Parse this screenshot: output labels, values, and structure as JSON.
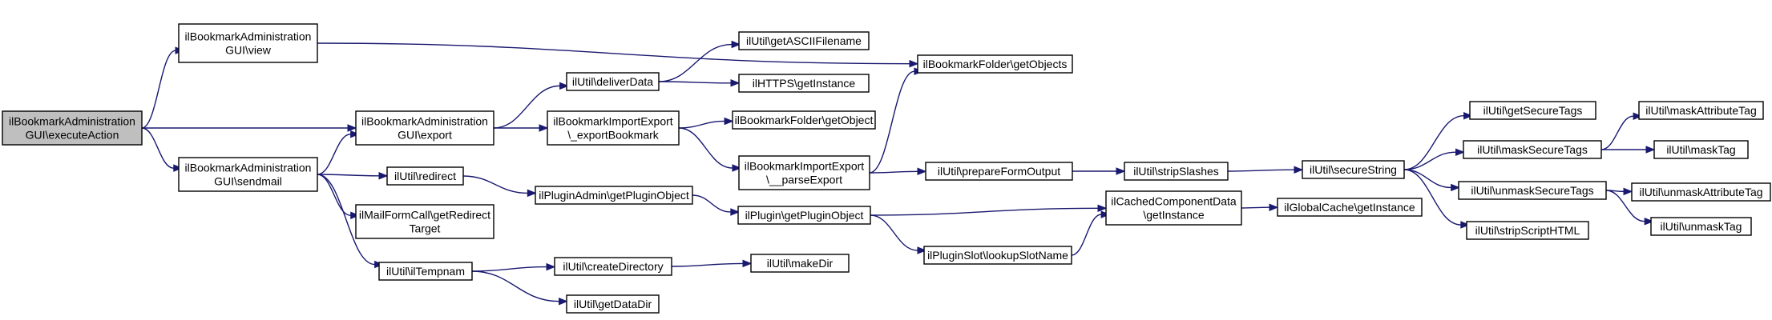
{
  "diagram": {
    "nodes": [
      {
        "id": "root",
        "lines": [
          "ilBookmarkAdministration",
          "GUI\\executeAction"
        ],
        "root": true
      },
      {
        "id": "view",
        "lines": [
          "ilBookmarkAdministration",
          "GUI\\view"
        ]
      },
      {
        "id": "export",
        "lines": [
          "ilBookmarkAdministration",
          "GUI\\export"
        ]
      },
      {
        "id": "sendmail",
        "lines": [
          "ilBookmarkAdministration",
          "GUI\\sendmail"
        ]
      },
      {
        "id": "deliverData",
        "lines": [
          "ilUtil\\deliverData"
        ]
      },
      {
        "id": "getASCIIFilename",
        "lines": [
          "ilUtil\\getASCIIFilename"
        ]
      },
      {
        "id": "httpsGetInstance",
        "lines": [
          "ilHTTPS\\getInstance"
        ]
      },
      {
        "id": "folderGetObjects",
        "lines": [
          "ilBookmarkFolder\\getObjects"
        ]
      },
      {
        "id": "exportBookmark",
        "lines": [
          "ilBookmarkImportExport",
          "\\_exportBookmark"
        ]
      },
      {
        "id": "folderGetObject",
        "lines": [
          "ilBookmarkFolder\\getObject"
        ]
      },
      {
        "id": "parseExport",
        "lines": [
          "ilBookmarkImportExport",
          "\\__parseExport"
        ]
      },
      {
        "id": "redirect",
        "lines": [
          "ilUtil\\redirect"
        ]
      },
      {
        "id": "mailFormCall",
        "lines": [
          "ilMailFormCall\\getRedirect",
          "Target"
        ]
      },
      {
        "id": "ilTempnam",
        "lines": [
          "ilUtil\\ilTempnam"
        ]
      },
      {
        "id": "getPluginObjectAdmin",
        "lines": [
          "ilPluginAdmin\\getPluginObject"
        ]
      },
      {
        "id": "getPluginObject",
        "lines": [
          "ilPlugin\\getPluginObject"
        ]
      },
      {
        "id": "lookupSlotName",
        "lines": [
          "ilPluginSlot\\lookupSlotName"
        ]
      },
      {
        "id": "createDirectory",
        "lines": [
          "ilUtil\\createDirectory"
        ]
      },
      {
        "id": "makeDir",
        "lines": [
          "ilUtil\\makeDir"
        ]
      },
      {
        "id": "getDataDir",
        "lines": [
          "ilUtil\\getDataDir"
        ]
      },
      {
        "id": "prepareFormOutput",
        "lines": [
          "ilUtil\\prepareFormOutput"
        ]
      },
      {
        "id": "stripSlashes",
        "lines": [
          "ilUtil\\stripSlashes"
        ]
      },
      {
        "id": "secureString",
        "lines": [
          "ilUtil\\secureString"
        ]
      },
      {
        "id": "cachedComponent",
        "lines": [
          "ilCachedComponentData",
          "\\getInstance"
        ]
      },
      {
        "id": "globalCache",
        "lines": [
          "ilGlobalCache\\getInstance"
        ]
      },
      {
        "id": "getSecureTags",
        "lines": [
          "ilUtil\\getSecureTags"
        ]
      },
      {
        "id": "maskSecureTags",
        "lines": [
          "ilUtil\\maskSecureTags"
        ]
      },
      {
        "id": "unmaskSecureTags",
        "lines": [
          "ilUtil\\unmaskSecureTags"
        ]
      },
      {
        "id": "stripScriptHTML",
        "lines": [
          "ilUtil\\stripScriptHTML"
        ]
      },
      {
        "id": "maskAttributeTag",
        "lines": [
          "ilUtil\\maskAttributeTag"
        ]
      },
      {
        "id": "maskTag",
        "lines": [
          "ilUtil\\maskTag"
        ]
      },
      {
        "id": "unmaskAttributeTag",
        "lines": [
          "ilUtil\\unmaskAttributeTag"
        ]
      },
      {
        "id": "unmaskTag",
        "lines": [
          "ilUtil\\unmaskTag"
        ]
      }
    ],
    "edges": [
      {
        "from": "root",
        "to": "view"
      },
      {
        "from": "root",
        "to": "export"
      },
      {
        "from": "root",
        "to": "sendmail"
      },
      {
        "from": "view",
        "to": "folderGetObjects"
      },
      {
        "from": "export",
        "to": "deliverData"
      },
      {
        "from": "export",
        "to": "exportBookmark"
      },
      {
        "from": "sendmail",
        "to": "export"
      },
      {
        "from": "sendmail",
        "to": "redirect"
      },
      {
        "from": "sendmail",
        "to": "mailFormCall"
      },
      {
        "from": "sendmail",
        "to": "ilTempnam"
      },
      {
        "from": "deliverData",
        "to": "getASCIIFilename"
      },
      {
        "from": "deliverData",
        "to": "httpsGetInstance"
      },
      {
        "from": "exportBookmark",
        "to": "folderGetObject"
      },
      {
        "from": "exportBookmark",
        "to": "parseExport"
      },
      {
        "from": "parseExport",
        "to": "folderGetObjects"
      },
      {
        "from": "parseExport",
        "to": "prepareFormOutput"
      },
      {
        "from": "redirect",
        "to": "getPluginObjectAdmin"
      },
      {
        "from": "getPluginObjectAdmin",
        "to": "getPluginObject"
      },
      {
        "from": "getPluginObject",
        "to": "cachedComponent"
      },
      {
        "from": "getPluginObject",
        "to": "lookupSlotName"
      },
      {
        "from": "lookupSlotName",
        "to": "cachedComponent"
      },
      {
        "from": "ilTempnam",
        "to": "createDirectory"
      },
      {
        "from": "ilTempnam",
        "to": "getDataDir"
      },
      {
        "from": "createDirectory",
        "to": "makeDir"
      },
      {
        "from": "prepareFormOutput",
        "to": "stripSlashes"
      },
      {
        "from": "stripSlashes",
        "to": "secureString"
      },
      {
        "from": "secureString",
        "to": "getSecureTags"
      },
      {
        "from": "secureString",
        "to": "maskSecureTags"
      },
      {
        "from": "secureString",
        "to": "unmaskSecureTags"
      },
      {
        "from": "secureString",
        "to": "stripScriptHTML"
      },
      {
        "from": "maskSecureTags",
        "to": "maskAttributeTag"
      },
      {
        "from": "maskSecureTags",
        "to": "maskTag"
      },
      {
        "from": "unmaskSecureTags",
        "to": "unmaskAttributeTag"
      },
      {
        "from": "unmaskSecureTags",
        "to": "unmaskTag"
      },
      {
        "from": "cachedComponent",
        "to": "globalCache"
      }
    ]
  }
}
